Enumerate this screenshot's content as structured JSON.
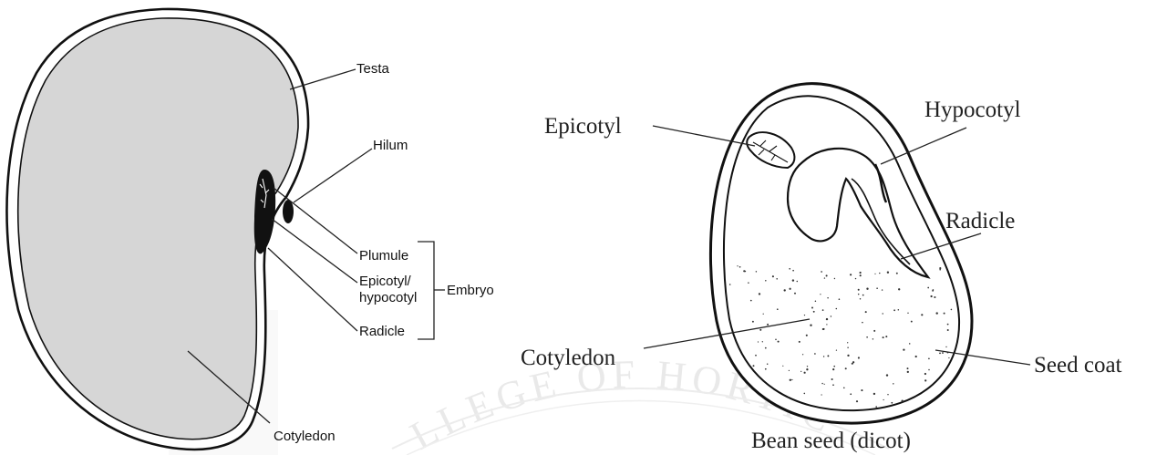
{
  "left_diagram": {
    "labels": {
      "testa": "Testa",
      "hilum": "Hilum",
      "plumule": "Plumule",
      "epicotyl_line1": "Epicotyl/",
      "epicotyl_line2": "hypocotyl",
      "embryo": "Embryo",
      "radicle": "Radicle",
      "cotyledon": "Cotyledon"
    }
  },
  "right_diagram": {
    "labels": {
      "epicotyl": "Epicotyl",
      "hypocotyl": "Hypocotyl",
      "radicle": "Radicle",
      "cotyledon": "Cotyledon",
      "seed_coat": "Seed coat"
    },
    "caption": "Bean seed (dicot)"
  },
  "watermark": {
    "text": "LLEGE OF HORTIC"
  },
  "colors": {
    "cotyledon_fill": "#d6d6d6",
    "outline": "#111111",
    "embryo_fill": "#111111"
  }
}
